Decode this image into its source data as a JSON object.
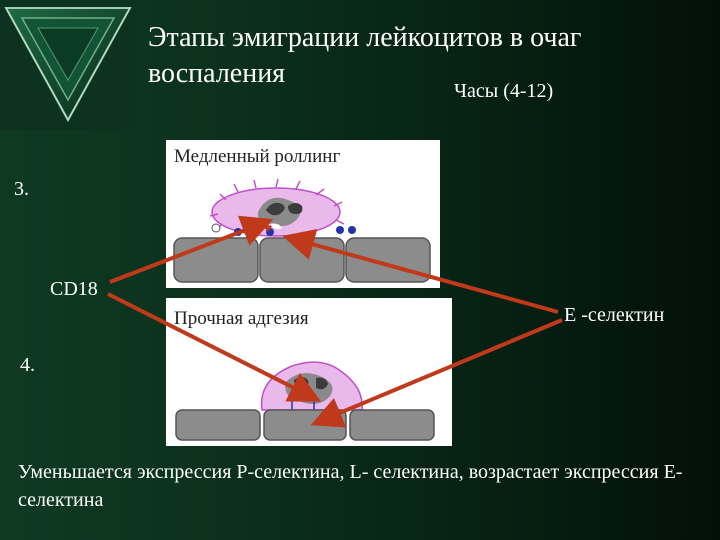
{
  "slide": {
    "title": "Этапы эмиграции лейкоцитов в очаг воспаления",
    "hours": "Часы (4-12)",
    "step3_label": "3.",
    "step4_label": "4.",
    "cd18_label": "CD18",
    "e_selectin_label": "E -селектин",
    "panel_top_title": "Медленный роллинг",
    "panel_bottom_title": "Прочная адгезия",
    "bottom_text": "Уменьшается экспрессия P-селектина, L- селектина, возрастает экспрессия E- селектина"
  },
  "colors": {
    "arrow": "#c0391b",
    "cell_fill": "#eab9ec",
    "cell_outline": "#c04fc8",
    "endothelium": "#8c8c8c",
    "nucleus": "#4a4a4a",
    "integrin": "#2233aa"
  },
  "icons": [
    "triangle-logo-icon"
  ]
}
